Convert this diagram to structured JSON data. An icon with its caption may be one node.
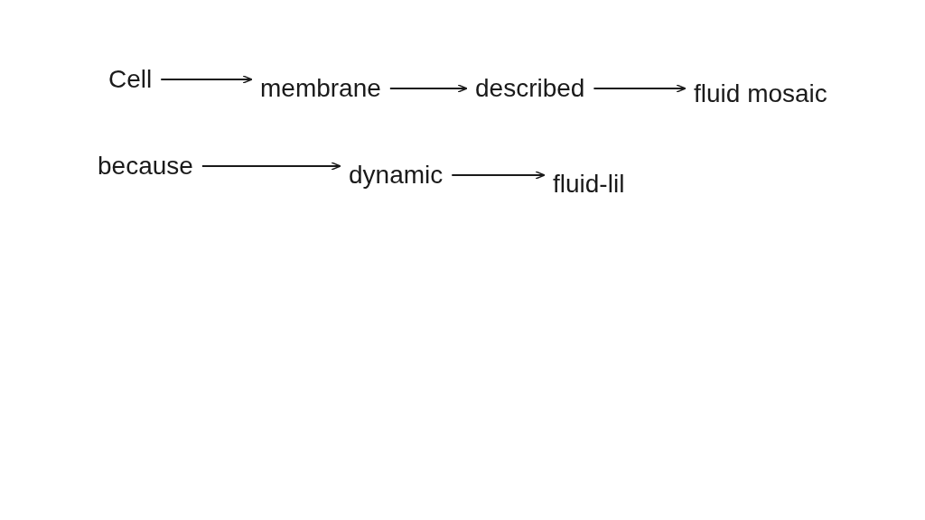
{
  "diagram": {
    "nodes": [
      {
        "text": [
          "Cell"
        ]
      },
      {
        "text": [
          "membrane"
        ]
      },
      {
        "text": [
          "described"
        ]
      },
      {
        "text": [
          "fluid mosaic"
        ]
      },
      {
        "text": [
          "because"
        ]
      },
      {
        "text": [
          "dynamic"
        ]
      },
      {
        "text": [
          "fluid-lil"
        ]
      }
    ],
    "edges": [
      {
        "from": 0,
        "to": 1,
        "arrow": "to"
      },
      {
        "from": 1,
        "to": 2,
        "arrow": "to"
      },
      {
        "from": 2,
        "to": 3,
        "arrow": "to"
      },
      {
        "from": 4,
        "to": 5,
        "arrow": "to"
      },
      {
        "from": 5,
        "to": 6,
        "arrow": "to"
      }
    ]
  }
}
